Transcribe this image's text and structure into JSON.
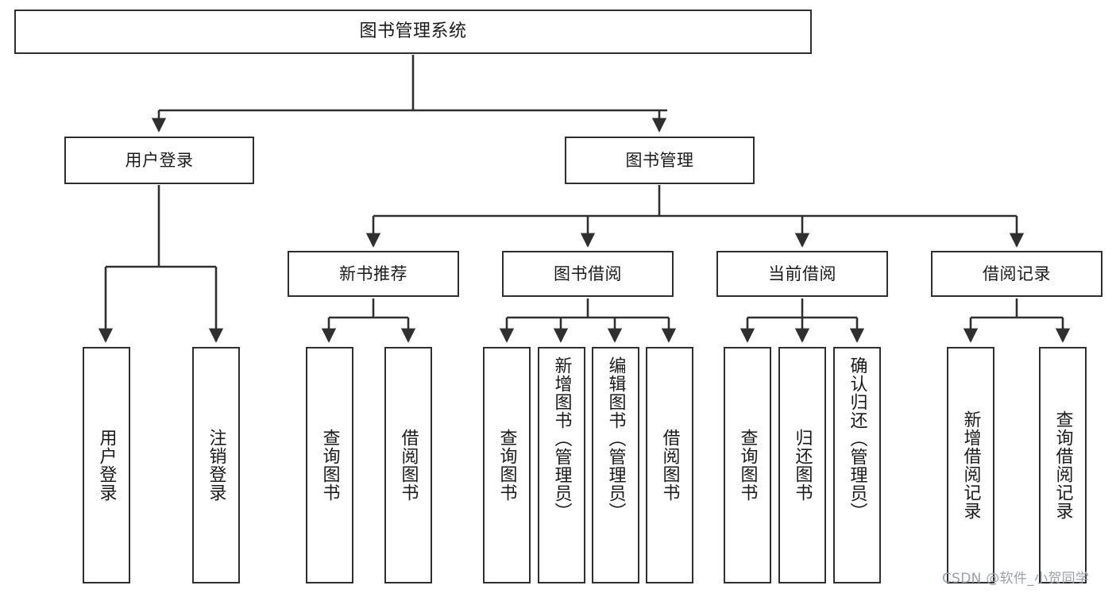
{
  "diagram": {
    "type": "tree",
    "title": "图书管理系统",
    "root": {
      "label": "图书管理系统"
    },
    "level2": [
      {
        "label": "用户登录"
      },
      {
        "label": "图书管理"
      }
    ],
    "level3": [
      {
        "label": "新书推荐"
      },
      {
        "label": "图书借阅"
      },
      {
        "label": "当前借阅"
      },
      {
        "label": "借阅记录"
      }
    ],
    "leaves": {
      "user_login": [
        {
          "label": "用户登录"
        },
        {
          "label": "注销登录"
        }
      ],
      "new_book_recommend": [
        {
          "label": "查询图书"
        },
        {
          "label": "借阅图书"
        }
      ],
      "book_borrow": [
        {
          "label": "查询图书"
        },
        {
          "label": "新增图书（管理员）"
        },
        {
          "label": "编辑图书（管理员）"
        },
        {
          "label": "借阅图书"
        }
      ],
      "current_borrow": [
        {
          "label": "查询图书"
        },
        {
          "label": "归还图书"
        },
        {
          "label": "确认归还（管理员）"
        }
      ],
      "borrow_record": [
        {
          "label": "新增借阅记录"
        },
        {
          "label": "查询借阅记录"
        }
      ]
    }
  },
  "watermark": {
    "text": "CSDN @软件_小贺同学"
  },
  "colors": {
    "stroke": "#2f2f2f",
    "fill": "#ffffff",
    "text": "#1a1a1a",
    "watermark": "#9aa0a6"
  }
}
